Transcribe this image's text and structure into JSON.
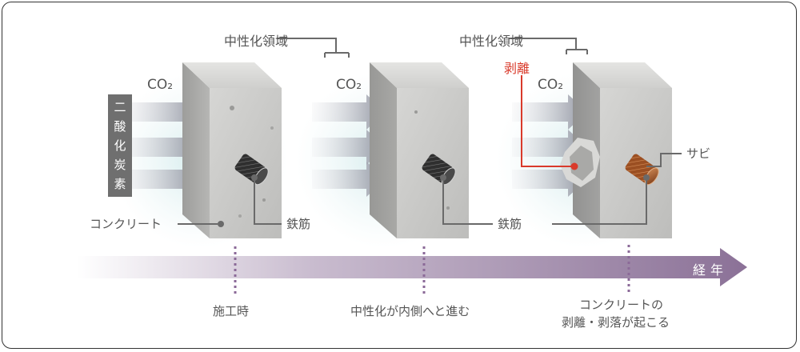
{
  "labels": {
    "co2_1": "CO₂",
    "co2_2": "CO₂",
    "co2_3": "CO₂",
    "carbon_dioxide_vertical": [
      "二",
      "酸",
      "化",
      "炭",
      "素"
    ],
    "neutral_zone_1": "中性化領域",
    "neutral_zone_2": "中性化領域",
    "peeling_red": "剥離",
    "rebar_1": "鉄筋",
    "rebar_2": "鉄筋",
    "concrete": "コンクリート",
    "rust": "サビ",
    "timeline": "経年",
    "stage_1": "施工時",
    "stage_2": "中性化が内側へと進む",
    "stage_3_line1": "コンクリートの",
    "stage_3_line2": "剥離・剥落が起こる"
  },
  "colors": {
    "arrow_purple": "#8b7197",
    "peeling_red": "#d93a2b",
    "rust": "#a0522d",
    "label_gray": "#6f6f6f"
  }
}
